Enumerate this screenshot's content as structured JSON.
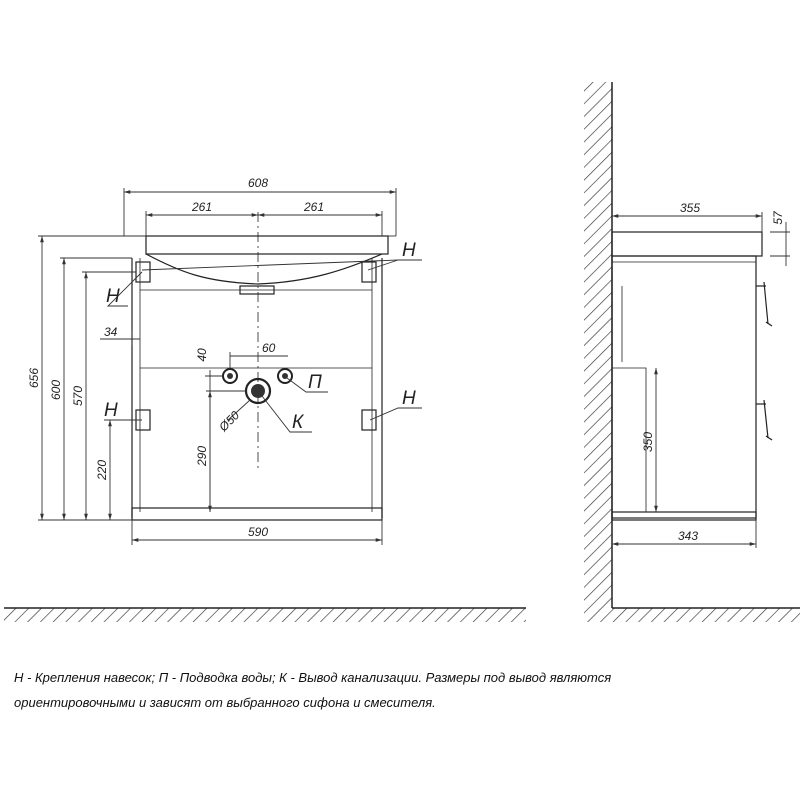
{
  "marks": {
    "h": "Н",
    "p": "П",
    "k": "К"
  },
  "front": {
    "width_total": "608",
    "half_left": "261",
    "half_right": "261",
    "bottom_width": "590",
    "h656": "656",
    "h600": "600",
    "h570": "570",
    "h220": "220",
    "d34": "34",
    "d60": "60",
    "d40": "40",
    "h290": "290",
    "dia50": "Ø50"
  },
  "side": {
    "depth_top": "355",
    "top_h": "57",
    "h350": "350",
    "depth_bottom": "343"
  },
  "caption": {
    "line1": "Н - Крепления навесок; П - Подводка воды; К - Вывод канализации. Размеры под вывод являются",
    "line2": "ориентировочными и зависят от выбранного сифона и смесителя."
  }
}
